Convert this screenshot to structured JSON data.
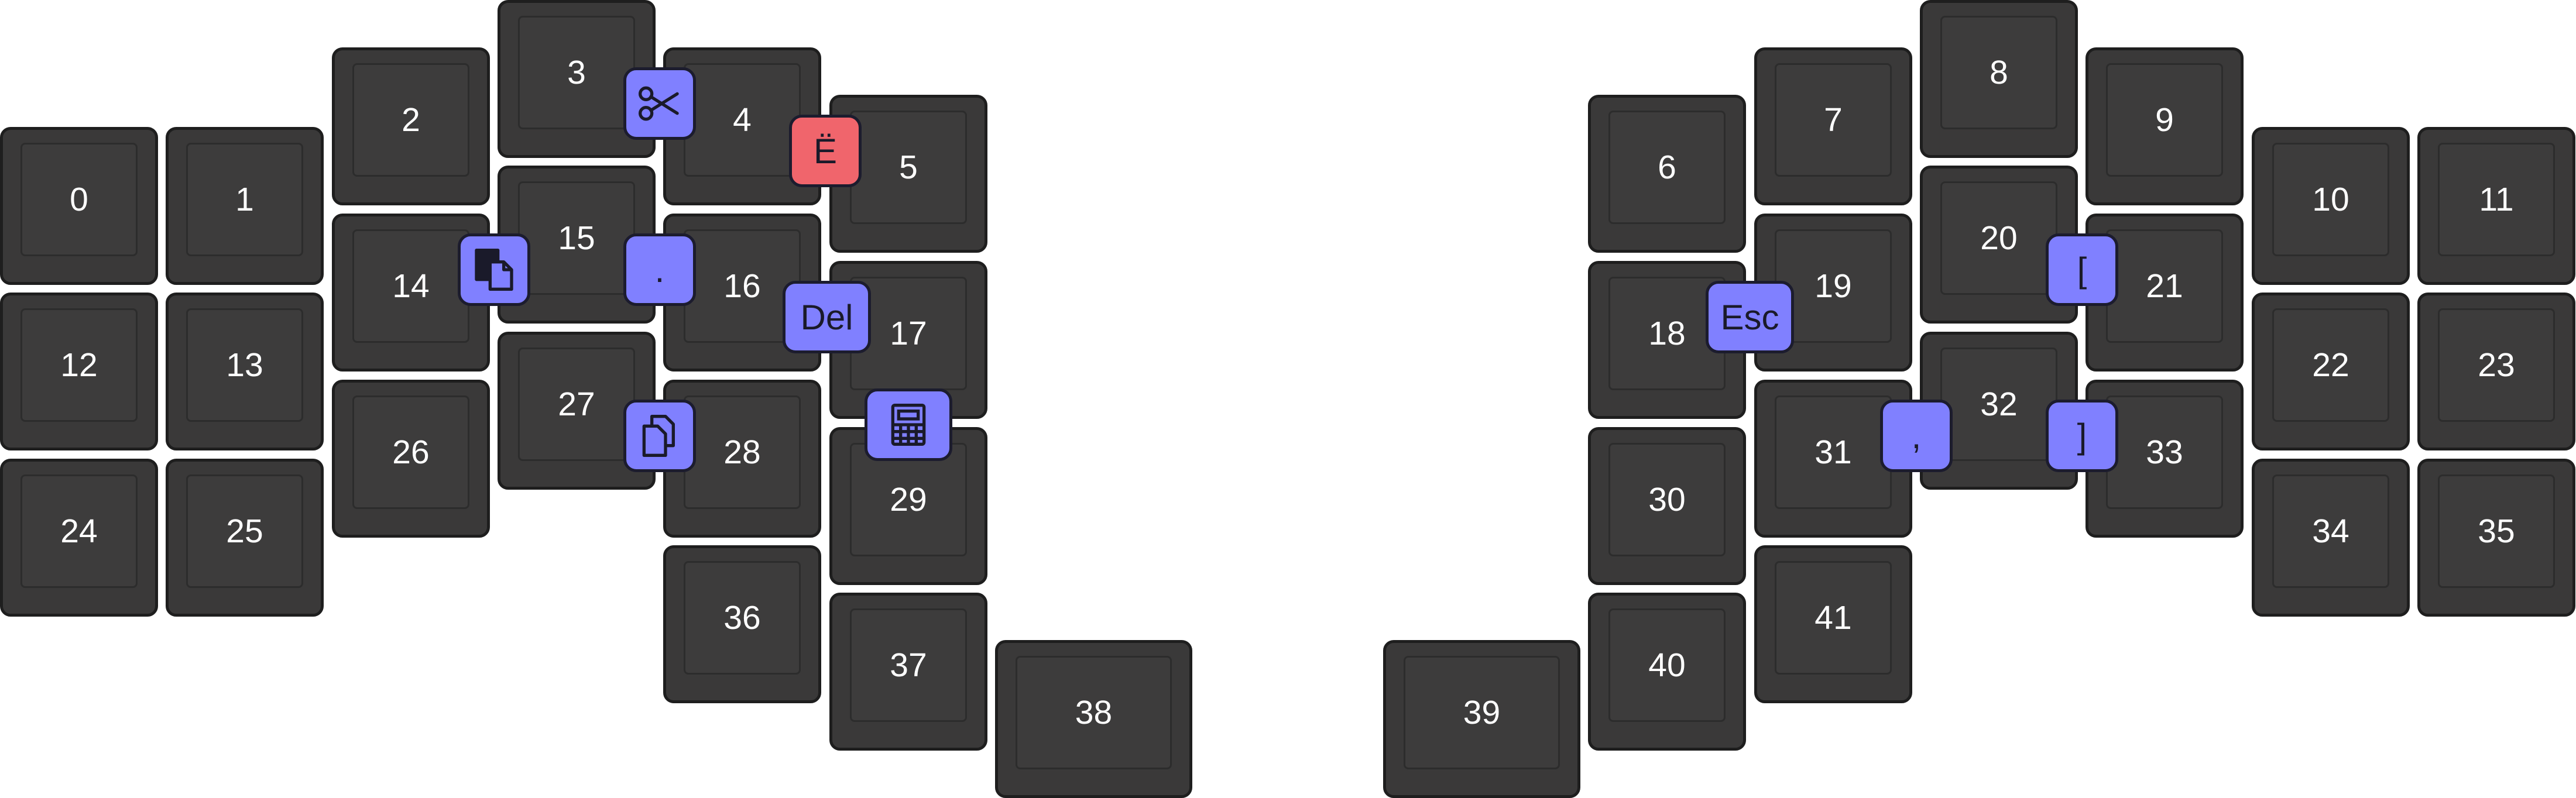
{
  "colors": {
    "key_fill": "#3a3939",
    "key_border": "#1e1e1e",
    "key_label": "#ffffff",
    "combo_fill": "#8080ff",
    "combo_highlight_fill": "#f0656c",
    "combo_border": "#1c1c2e"
  },
  "keys": [
    "0",
    "1",
    "2",
    "3",
    "4",
    "5",
    "6",
    "7",
    "8",
    "9",
    "10",
    "11",
    "12",
    "13",
    "14",
    "15",
    "16",
    "17",
    "18",
    "19",
    "20",
    "21",
    "22",
    "23",
    "24",
    "25",
    "26",
    "27",
    "28",
    "29",
    "30",
    "31",
    "32",
    "33",
    "34",
    "35",
    "36",
    "37",
    "38",
    "39",
    "40",
    "41"
  ],
  "combos": [
    {
      "name": "combo-cut",
      "icon": "scissors-icon",
      "label": ""
    },
    {
      "name": "combo-e-diaeresis",
      "label": "Ë",
      "highlight": true
    },
    {
      "name": "combo-paste",
      "icon": "paste-icon",
      "label": ""
    },
    {
      "name": "combo-period",
      "label": "."
    },
    {
      "name": "combo-delete",
      "label": "Del"
    },
    {
      "name": "combo-copy",
      "icon": "copy-icon",
      "label": ""
    },
    {
      "name": "combo-calculator",
      "icon": "calculator-icon",
      "label": ""
    },
    {
      "name": "combo-escape",
      "label": "Esc"
    },
    {
      "name": "combo-left-bracket",
      "label": "["
    },
    {
      "name": "combo-comma",
      "label": ","
    },
    {
      "name": "combo-right-bracket",
      "label": "]"
    }
  ]
}
